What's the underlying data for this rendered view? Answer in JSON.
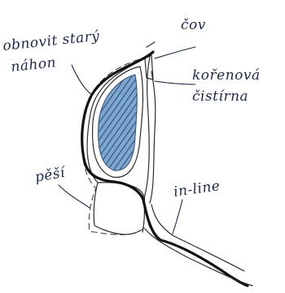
{
  "labels": {
    "obnovit": "obnovit starý",
    "nahon": "náhon",
    "cov": "čov",
    "korenova": "kořenová",
    "cistirna": "čistírna",
    "pesi": "pěší",
    "inline": "in-line"
  },
  "colors": {
    "pond_fill": "#7ea7cf",
    "pond_hatch": "#2f4f7a",
    "ink": "#111111"
  }
}
